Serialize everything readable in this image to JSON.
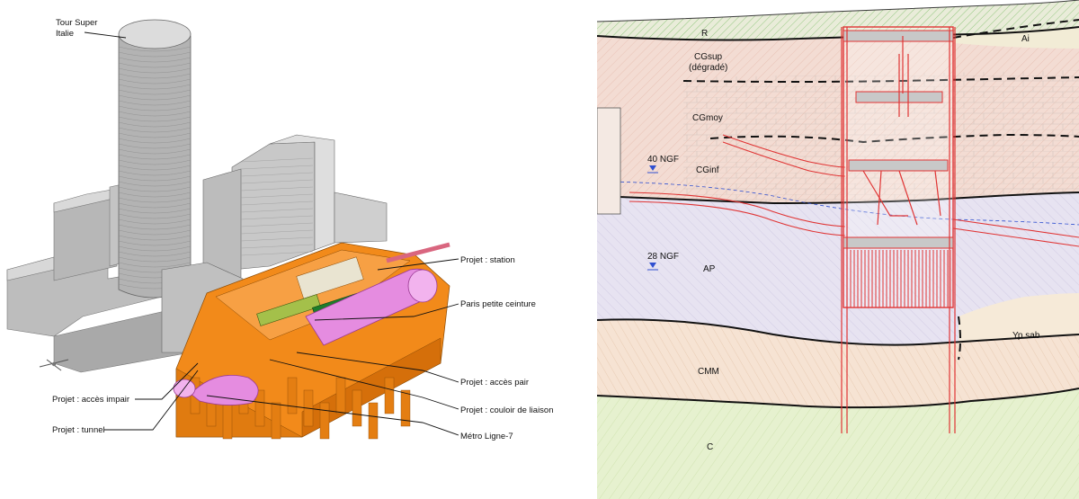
{
  "left_panel": {
    "labels": {
      "tower": "Tour Super Italie",
      "station": "Projet : station",
      "ceinture": "Paris petite ceinture",
      "acces_pair": "Projet : accès pair",
      "acces_impair": "Projet : accès impair",
      "couloir": "Projet : couloir de liaison",
      "tunnel": "Projet : tunnel",
      "metro": "Métro Ligne-7"
    },
    "colors": {
      "project": "#f28a1a",
      "ceinture": "#e58ce0",
      "buildings": "#bdbdbd"
    }
  },
  "right_panel": {
    "layers": {
      "R": "R",
      "Ai": "Ai",
      "CGsup": "CGsup",
      "CGsup_note": "(dégradé)",
      "CGmoy": "CGmoy",
      "CGinf": "CGinf",
      "AP": "AP",
      "Yp": "Yp sab",
      "CMM": "CMM",
      "C": "C"
    },
    "levels": {
      "upper": "40 NGF",
      "lower": "28 NGF"
    },
    "colors": {
      "R": "#e9ecd9",
      "CG": "#f3dcd3",
      "AP": "#e7e3f1",
      "CMM": "#f6e3d3",
      "C": "#e6f1cf",
      "Ai": "#f2ecd6",
      "structure": "#e03434",
      "water": "#3050d0"
    }
  }
}
